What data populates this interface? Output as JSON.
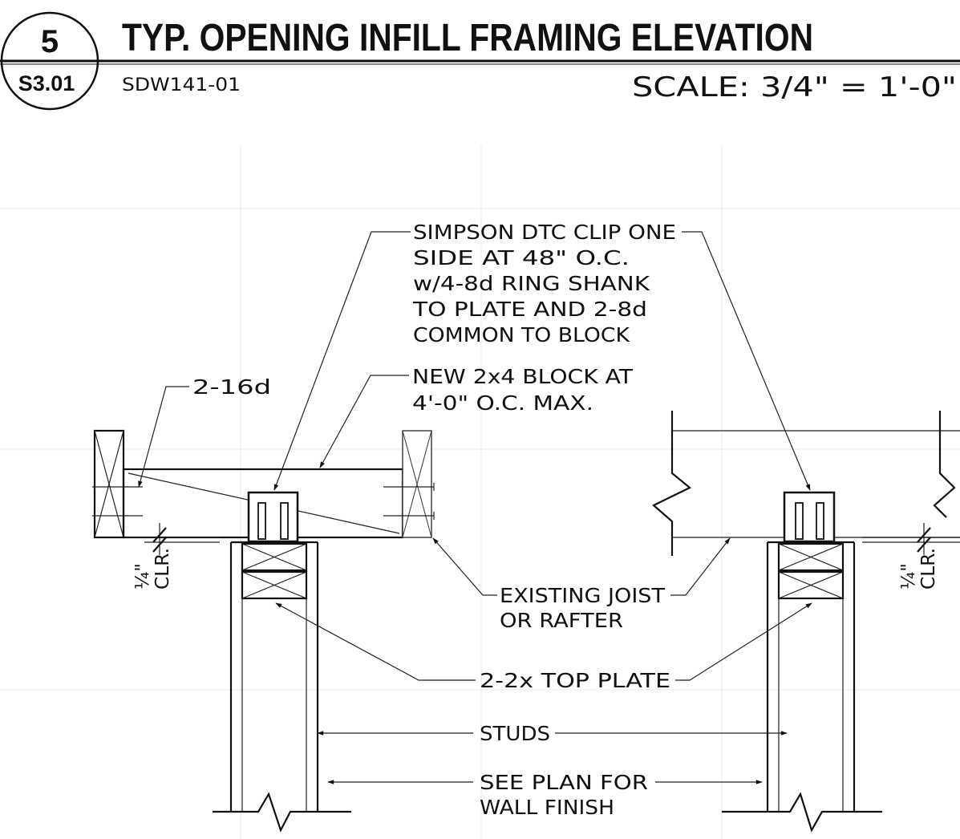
{
  "header": {
    "detail_number": "5",
    "sheet_number": "S3.01",
    "title": "TYP. OPENING INFILL FRAMING ELEVATION",
    "drawing_id": "SDW141-01",
    "scale": "SCALE:  3/4\"  =  1'-0\""
  },
  "notes": {
    "clip": [
      "SIMPSON DTC CLIP ONE",
      "SIDE AT 48\" O.C.",
      "w/4-8d RING SHANK",
      "TO PLATE AND 2-8d",
      "COMMON TO BLOCK"
    ],
    "block": [
      "NEW 2x4 BLOCK AT",
      "4'-0\" O.C. MAX."
    ],
    "nails": "2-16d",
    "joist": [
      "EXISTING JOIST",
      "OR RAFTER"
    ],
    "top_plate": "2-2x TOP PLATE",
    "studs": "STUDS",
    "wall_finish": [
      "SEE PLAN FOR",
      "WALL FINISH"
    ],
    "clearance_left": [
      "¼\"",
      "CLR."
    ],
    "clearance_right": [
      "¼\"",
      "CLR."
    ]
  }
}
